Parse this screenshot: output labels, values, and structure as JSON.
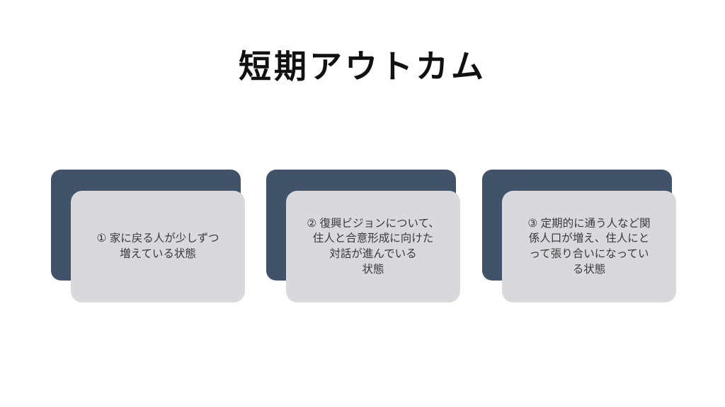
{
  "slide": {
    "title": "短期アウトカム",
    "cards": [
      {
        "text": "① 家に戻る人が少しずつ\n増えている状態"
      },
      {
        "text": "② 復興ビジョンについて、\n住人と合意形成に向けた\n対話が進んでいる\n状態"
      },
      {
        "text": "③ 定期的に通う人など関\n係人口が増え、住人にと\nって張り合いになってい\nる状態"
      }
    ]
  },
  "colors": {
    "card_back": "#415368",
    "card_front": "#d8d8dd",
    "title_text": "#111111",
    "card_text": "#3a3a3a"
  }
}
